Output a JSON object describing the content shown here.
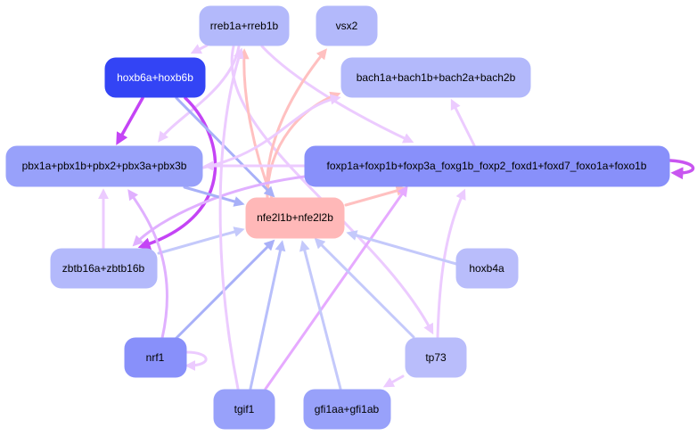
{
  "diagram": {
    "type": "gene-regulatory-network",
    "nodes": [
      {
        "id": "rreb1",
        "label": "rreb1a+rreb1b",
        "fill": "#b3b9fb",
        "text": "#000000"
      },
      {
        "id": "vsx2",
        "label": "vsx2",
        "fill": "#b3b9fb",
        "text": "#000000"
      },
      {
        "id": "hoxb6",
        "label": "hoxb6a+hoxb6b",
        "fill": "#3344f5",
        "text": "#ffffff"
      },
      {
        "id": "bach",
        "label": "bach1a+bach1b+bach2a+bach2b",
        "fill": "#b3b9fb",
        "text": "#000000"
      },
      {
        "id": "pbx",
        "label": "pbx1a+pbx1b+pbx2+pbx3a+pbx3b",
        "fill": "#98a1fa",
        "text": "#000000"
      },
      {
        "id": "foxp",
        "label": "foxp1a+foxp1b+foxp3a_foxg1b_foxp2_foxd1+foxd7_foxo1a+foxo1b",
        "fill": "#8890fa",
        "text": "#000000"
      },
      {
        "id": "nfe2l",
        "label": "nfe2l1b+nfe2l2b",
        "fill": "#ffb8b8",
        "text": "#000000"
      },
      {
        "id": "zbtb16",
        "label": "zbtb16a+zbtb16b",
        "fill": "#b3b9fb",
        "text": "#000000"
      },
      {
        "id": "hoxb4a",
        "label": "hoxb4a",
        "fill": "#b9bdfb",
        "text": "#000000"
      },
      {
        "id": "nrf1",
        "label": "nrf1",
        "fill": "#8890fa",
        "text": "#000000"
      },
      {
        "id": "tp73",
        "label": "tp73",
        "fill": "#b9bdfb",
        "text": "#000000"
      },
      {
        "id": "tgif1",
        "label": "tgif1",
        "fill": "#98a1fa",
        "text": "#000000"
      },
      {
        "id": "gfi1",
        "label": "gfi1aa+gfi1ab",
        "fill": "#98a1fa",
        "text": "#000000"
      }
    ],
    "edges": [
      {
        "from": "rreb1",
        "to": "hoxb6",
        "color": "#eccbff"
      },
      {
        "from": "rreb1",
        "to": "pbx",
        "color": "#eccbff"
      },
      {
        "from": "rreb1",
        "to": "foxp",
        "color": "#eccbff"
      },
      {
        "from": "rreb1",
        "to": "tp73",
        "color": "#eccbff"
      },
      {
        "from": "nfe2l",
        "to": "rreb1",
        "color": "#ffc0c0"
      },
      {
        "from": "nfe2l",
        "to": "vsx2",
        "color": "#ffc0c0"
      },
      {
        "from": "nfe2l",
        "to": "bach",
        "color": "#ffc0c0"
      },
      {
        "from": "nfe2l",
        "to": "foxp",
        "color": "#ffc0c0"
      },
      {
        "from": "hoxb6",
        "to": "pbx",
        "color": "#c444f5"
      },
      {
        "from": "hoxb6",
        "to": "zbtb16",
        "color": "#c444f5"
      },
      {
        "from": "hoxb6",
        "to": "nfe2l",
        "color": "#a8b0f8"
      },
      {
        "from": "foxp",
        "to": "bach",
        "color": "#eccbff"
      },
      {
        "from": "foxp",
        "to": "foxp",
        "color": "#c855f0"
      },
      {
        "from": "foxp",
        "to": "pbx",
        "color": "#eccbff"
      },
      {
        "from": "foxp",
        "to": "zbtb16",
        "color": "#e0b0ff"
      },
      {
        "from": "pbx",
        "to": "nfe2l",
        "color": "#a8b0f8"
      },
      {
        "from": "pbx",
        "to": "bach",
        "color": "#eccbff"
      },
      {
        "from": "zbtb16",
        "to": "pbx",
        "color": "#eccbff"
      },
      {
        "from": "zbtb16",
        "to": "nfe2l",
        "color": "#c4c9fb"
      },
      {
        "from": "nrf1",
        "to": "pbx",
        "color": "#e0b0ff"
      },
      {
        "from": "nrf1",
        "to": "nfe2l",
        "color": "#a8b0f8"
      },
      {
        "from": "nrf1",
        "to": "nrf1",
        "color": "#eccbff"
      },
      {
        "from": "tgif1",
        "to": "nfe2l",
        "color": "#b8bffb"
      },
      {
        "from": "tgif1",
        "to": "foxp",
        "color": "#e6aaff"
      },
      {
        "from": "tgif1",
        "to": "rreb1",
        "color": "#eccbff"
      },
      {
        "from": "gfi1",
        "to": "nfe2l",
        "color": "#c4c9fb"
      },
      {
        "from": "tp73",
        "to": "nfe2l",
        "color": "#c4c9fb"
      },
      {
        "from": "tp73",
        "to": "gfi1",
        "color": "#eccbff"
      },
      {
        "from": "tp73",
        "to": "foxp",
        "color": "#eccbff"
      },
      {
        "from": "hoxb4a",
        "to": "nfe2l",
        "color": "#c4c9fb"
      }
    ]
  }
}
